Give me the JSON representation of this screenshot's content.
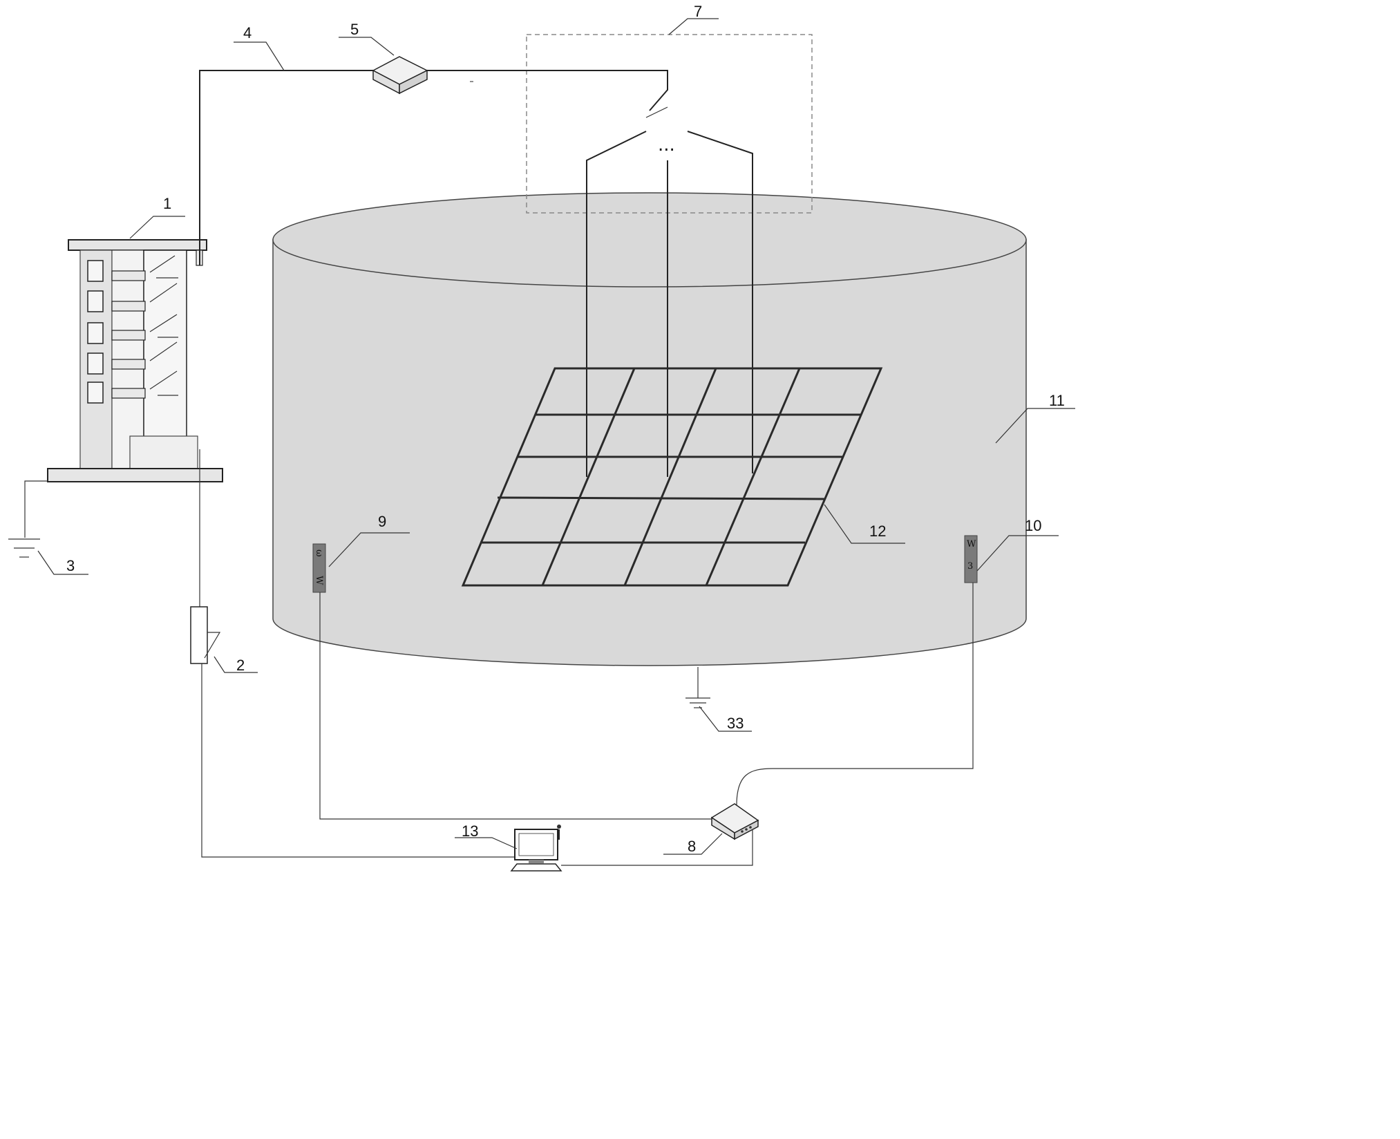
{
  "labels": {
    "building": "1",
    "switch": "2",
    "ground_left": "3",
    "cable": "4",
    "router_top": "5",
    "box": "7",
    "router_bottom": "8",
    "sensor_left": "9",
    "sensor_right": "10",
    "tank": "11",
    "grid": "12",
    "computer": "13",
    "ground_tank": "33"
  },
  "box_ellipsis": "...",
  "sensor_glyph": "W"
}
